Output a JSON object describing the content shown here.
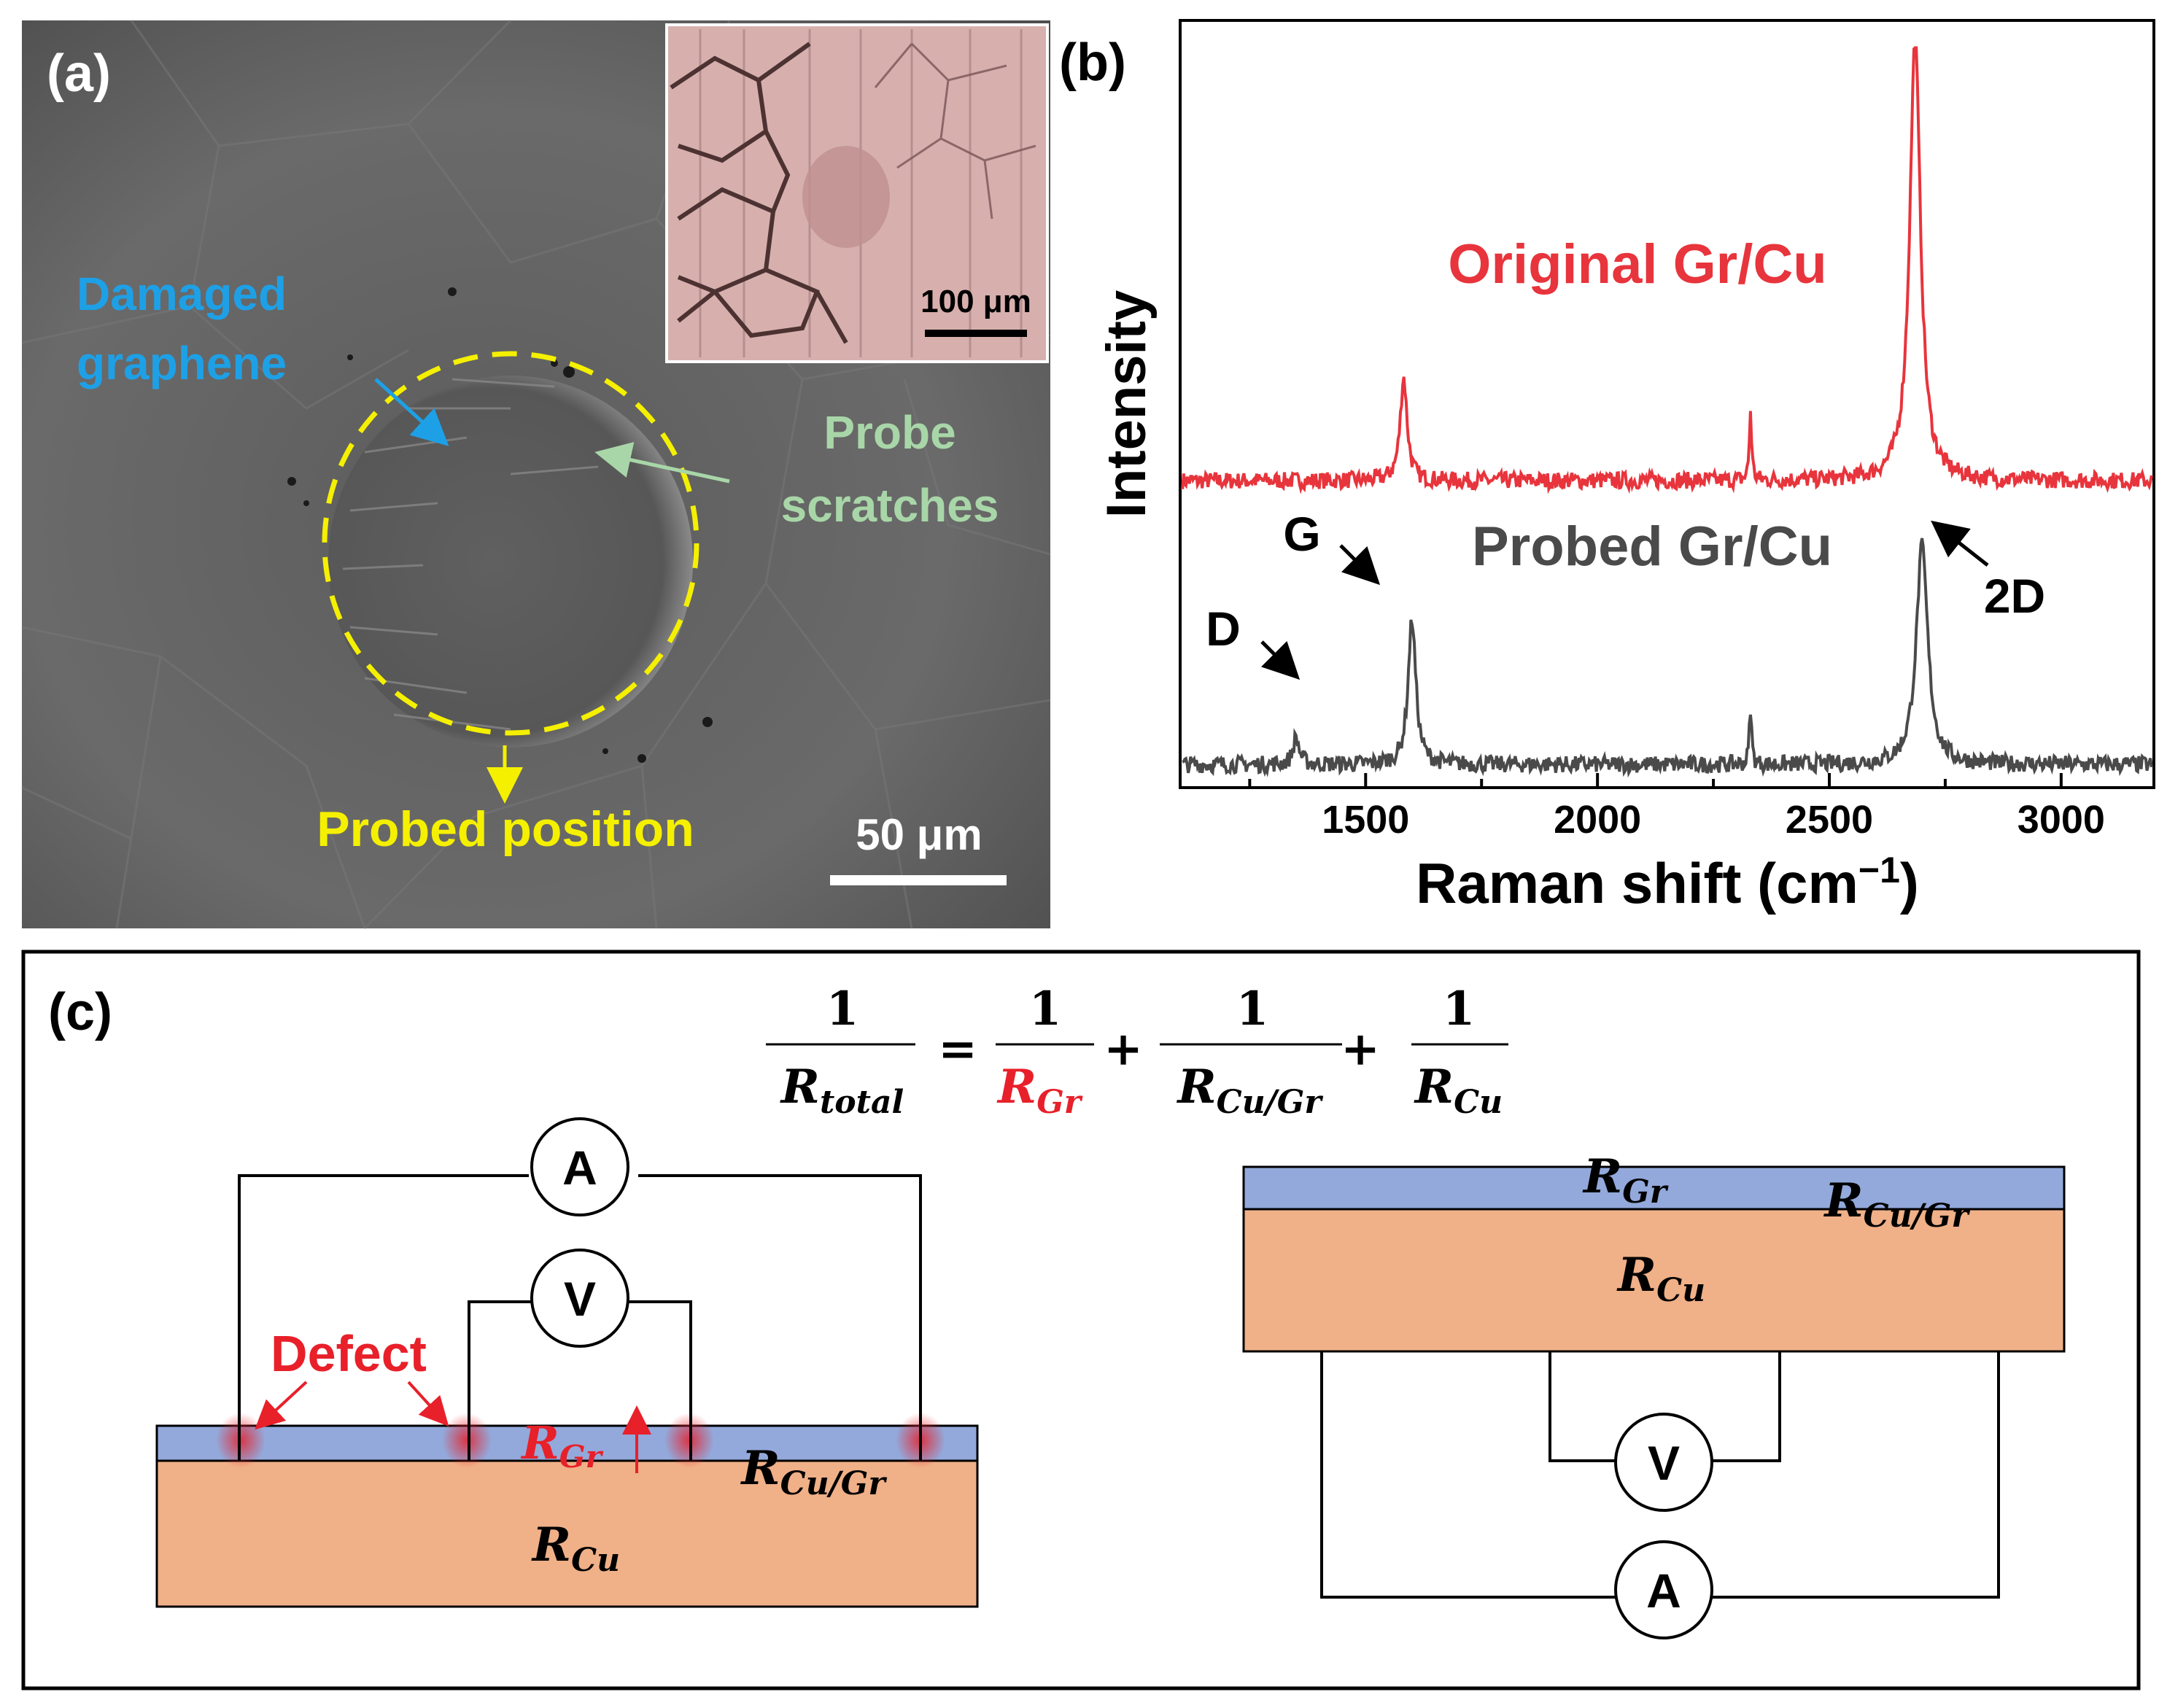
{
  "panel_a": {
    "label": "(a)",
    "damaged": [
      "Damaged",
      "graphene"
    ],
    "probe": [
      "Probe",
      "scratches"
    ],
    "probed_position": "Probed position",
    "scale_bar": "50 μm",
    "inset_scale_bar": "100 μm",
    "colors": {
      "damaged": "#1ea0e6",
      "probe": "#a8d6a8",
      "probed": "#f5f000",
      "circle": "#f5f000"
    }
  },
  "panel_b": {
    "label": "(b)",
    "peak_labels": {
      "d": "D",
      "g": "G",
      "two_d": "2D"
    },
    "annotation_original": "Original Gr/Cu",
    "annotation_probed": "Probed Gr/Cu",
    "colors": {
      "original": "#e8343c",
      "probed": "#4a4a4a"
    }
  },
  "chart_data": {
    "type": "line",
    "title": "",
    "xlabel": "Raman shift (cm",
    "xlabel_sup": "−1",
    "xlabel_end": ")",
    "ylabel": "Intensity",
    "xlim": [
      1100,
      3200
    ],
    "xticks": [
      1500,
      2000,
      2500,
      3000
    ],
    "xtick_labels": [
      "1500",
      "2000",
      "2500",
      "3000"
    ],
    "ylim": [
      0,
      1.0
    ],
    "grid": false,
    "series": [
      {
        "name": "Original Gr/Cu",
        "color": "#e8343c",
        "baseline": 0.4,
        "peaks": [
          {
            "x": 1582,
            "height": 0.135,
            "width": 9
          },
          {
            "x": 2330,
            "height": 0.09,
            "width": 3
          },
          {
            "x": 2685,
            "height": 0.575,
            "width": 14
          }
        ]
      },
      {
        "name": "Probed Gr/Cu",
        "color": "#4a4a4a",
        "baseline": 0.03,
        "peaks": [
          {
            "x": 1350,
            "height": 0.035,
            "width": 8
          },
          {
            "x": 1600,
            "height": 0.19,
            "width": 10
          },
          {
            "x": 2330,
            "height": 0.075,
            "width": 3
          },
          {
            "x": 2700,
            "height": 0.285,
            "width": 15
          }
        ]
      }
    ]
  },
  "panel_c": {
    "label": "(c)",
    "formula": {
      "one": "1",
      "r": "R",
      "total_sub": "total",
      "gr_sub": "Gr",
      "cugr_sub": "Cu/Gr",
      "cu_sub": "Cu",
      "eq": "=",
      "plus": "+"
    },
    "left": {
      "defect": "Defect",
      "ammeter": "A",
      "voltmeter": "V",
      "r_gr": "R",
      "r_gr_sub": "Gr",
      "r_cugr": "R",
      "r_cugr_sub": "Cu/Gr",
      "r_cu": "R",
      "r_cu_sub": "Cu"
    },
    "right": {
      "ammeter": "A",
      "voltmeter": "V",
      "r_gr": "R",
      "r_gr_sub": "Gr",
      "r_cugr": "R",
      "r_cugr_sub": "Cu/Gr",
      "r_cu": "R",
      "r_cu_sub": "Cu"
    },
    "colors": {
      "graphene": "#93a9db",
      "copper": "#f0b088",
      "defect": "#e8202a"
    }
  }
}
